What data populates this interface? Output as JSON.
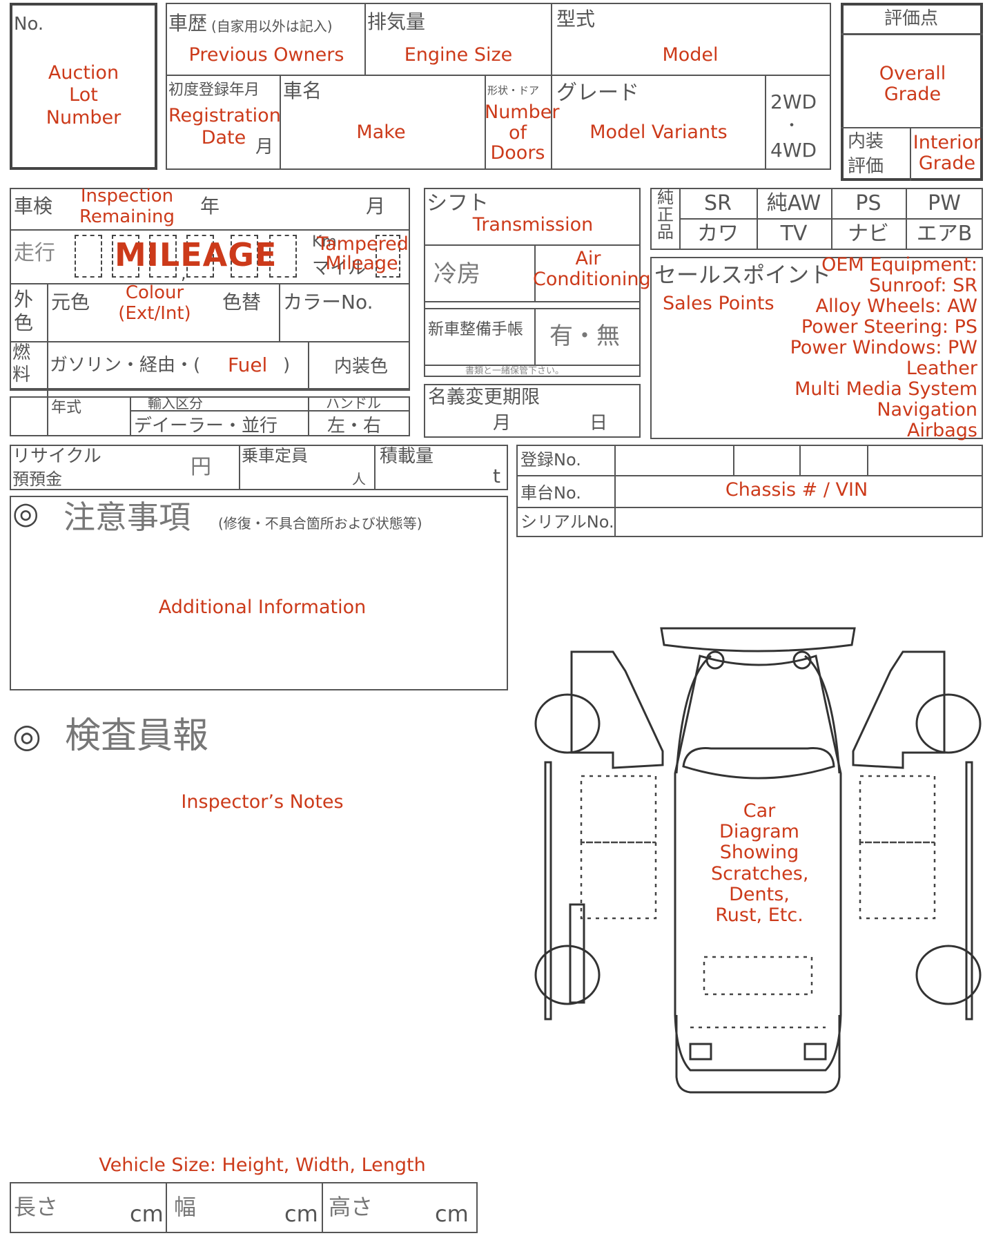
{
  "header": {
    "no": "No.",
    "lot_label": "Auction Lot Number",
    "history_jp": "車歴",
    "history_note_jp": "(自家用以外は記入)",
    "previous_owners": "Previous Owners",
    "displacement_jp": "排気量",
    "engine_size": "Engine Size",
    "model_type_jp": "型式",
    "model": "Model",
    "grade_title_jp": "評価点",
    "overall_grade": "Overall Grade",
    "interior_jp_1": "内装",
    "interior_jp_2": "評価",
    "interior_grade": "Interior Grade",
    "first_reg_jp": "初度登録年月",
    "registration_date": "Registration Date",
    "month_jp": "月",
    "car_name_jp": "車名",
    "make": "Make",
    "shape_doors_jp": "形状・ドア",
    "number_of_doors": "Number of Doors",
    "grade_jp": "グレード",
    "model_variants": "Model Variants",
    "drive_2wd": "2WD",
    "drive_dot": "・",
    "drive_4wd": "4WD"
  },
  "left": {
    "inspection_jp": "車検",
    "inspection_remaining": "Inspection Remaining",
    "year_jp": "年",
    "month_jp": "月",
    "mileage_jp": "走行",
    "mileage": "MILEAGE",
    "comma": ",",
    "km": "Km",
    "mile_jp": "マイル",
    "tampered_mileage": "Tampered Mileage",
    "exterior_jp_1": "外",
    "exterior_jp_2": "色",
    "original_color_jp": "元色",
    "colour": "Colour (Ext/Int)",
    "repaint_jp": "色替",
    "color_no_jp": "カラーNo.",
    "fuel_jp_1": "燃",
    "fuel_jp_2": "料",
    "fuel_types_jp": "ガソリン・経由・(",
    "fuel": "Fuel",
    "fuel_close": ")",
    "interior_color_jp": "内装色",
    "year_model_jp": "年式",
    "import_jp": "輸入区分",
    "dealer_jp": "デイーラー・並行",
    "handle_jp": "ハンドル",
    "left_right_jp": "左・右"
  },
  "middle": {
    "shift_jp": "シフト",
    "transmission": "Transmission",
    "aircon_jp": "冷房",
    "air_conditioning": "Air Conditioning",
    "service_book_jp": "新車整備手帳",
    "yes_no_jp": "有・無",
    "service_note_jp": "書類と一緒保管下さい。",
    "name_change_jp": "名義変更期限",
    "nc_month_jp": "月",
    "nc_day_jp": "日"
  },
  "options": {
    "genuine_jp": "純正品",
    "items": [
      "SR",
      "純AW",
      "PS",
      "PW",
      "カワ",
      "TV",
      "ナビ",
      "エアB"
    ],
    "sales_points_jp": "セールスポイント",
    "sales_points": "Sales Points",
    "oem_lines": [
      "OEM Equipment:",
      "Sunroof: SR",
      "Alloy Wheels: AW",
      "Power Steering: PS",
      "Power Windows: PW",
      "Leather",
      "Multi Media System",
      "Navigation",
      "Airbags"
    ]
  },
  "row3": {
    "recycle_jp_1": "リサイクル",
    "recycle_jp_2": "預預金",
    "yen_jp": "円",
    "capacity_jp": "乗車定員",
    "person_jp": "人",
    "load_jp": "積載量",
    "ton": "t",
    "reg_no_jp": "登録No.",
    "chassis_no_jp": "車台No.",
    "chassis_vin": "Chassis # / VIN",
    "serial_no_jp": "シリアルNo."
  },
  "notes": {
    "mark": "◎",
    "caution_jp": "注意事項",
    "caution_sub_jp": "(修復・不具合箇所および状態等)",
    "additional_information": "Additional Information",
    "inspector_jp": "検査員報",
    "inspectors_notes": "Inspector’s Notes"
  },
  "diagram": {
    "label": "Car Diagram Showing Scratches, Dents, Rust, Etc."
  },
  "size": {
    "caption": "Vehicle Size: Height, Width, Length",
    "length_jp": "長さ",
    "width_jp": "幅",
    "height_jp": "高さ",
    "unit": "cm"
  }
}
